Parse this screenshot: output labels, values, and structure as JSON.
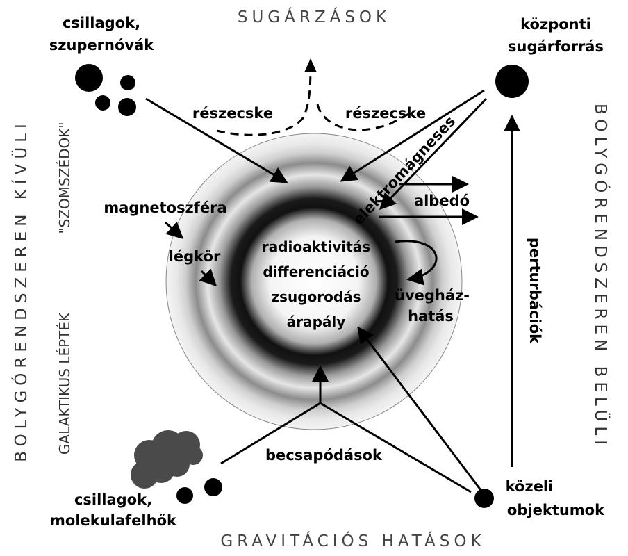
{
  "labels": {
    "top_title": "SUGÁRZÁSOK",
    "bottom_title": "GRAVITÁCIÓS HATÁSOK",
    "left_outer": "BOLYGÓRENDSZEREN KÍVÜLI",
    "right_outer": "BOLYGÓRENDSZEREN BELÜLI",
    "left_inner_top": "\"SZOMSZÉDOK\"",
    "left_inner_bottom": "GALAKTIKUS LÉPTÉK",
    "stars_supernovae": [
      "csillagok,",
      "szupernóvák"
    ],
    "central_source": [
      "központi",
      "sugárforrás"
    ],
    "particle_left": "részecske",
    "particle_right": "részecske",
    "electromagnetic": "elektromágneses",
    "albedo": "albedó",
    "magnetosphere": "magnetoszféra",
    "atmosphere": "légkör",
    "greenhouse": [
      "üvegház-",
      "hatás"
    ],
    "perturbations": "perturbációk",
    "impacts": "becsapódások",
    "stars_clouds": [
      "csillagok,",
      "molekulafelhők"
    ],
    "nearby_objects": [
      "közeli",
      "objektumok"
    ],
    "core_lines": [
      "radioaktivitás",
      "differenciáció",
      "zsugorodás",
      "árapály"
    ]
  }
}
